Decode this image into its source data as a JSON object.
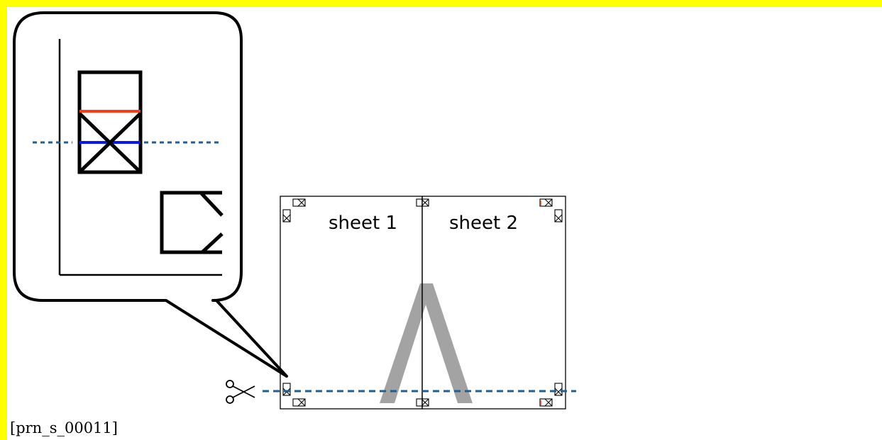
{
  "sheets": [
    {
      "label": "sheet 1"
    },
    {
      "label": "sheet 2"
    }
  ],
  "caption": "[prn_s_00011]",
  "icons": {
    "scissors": "scissors-icon"
  },
  "colors": {
    "frame": "#ffff00",
    "cut_line": "#1f5f96",
    "marker_red": "#ff3b14",
    "marker_blue": "#0a14ff",
    "watermark_letter": "#a3a3a3"
  }
}
